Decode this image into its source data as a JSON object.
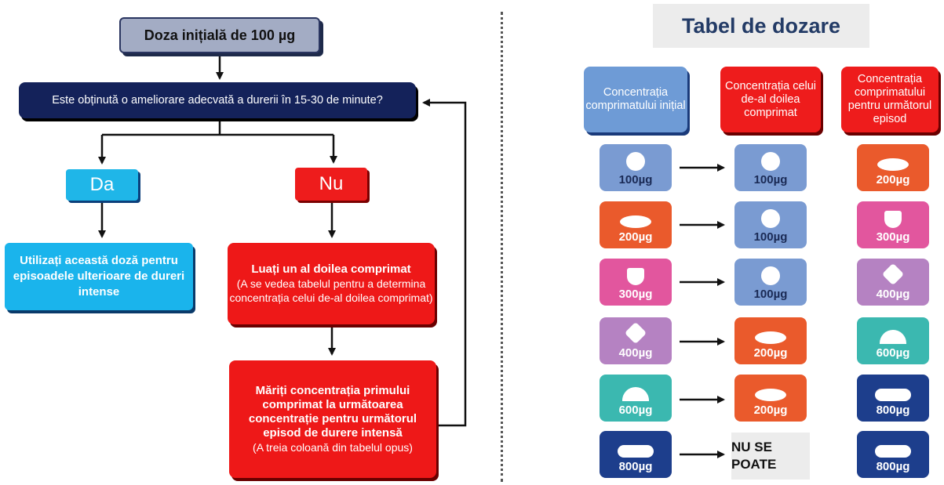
{
  "flowchart": {
    "start": "Doza inițială de 100 µg",
    "question": "Este obținută o ameliorare adecvată a durerii în 15-30 de minute?",
    "yes": "Da",
    "no": "Nu",
    "yes_action": "Utilizați această doză pentru episoadele ulterioare de dureri intense",
    "no_action_title": "Luați un al doilea comprimat",
    "no_action_note": "(A se vedea tabelul pentru a determina concentrația celui de-al doilea comprimat)",
    "increase_title": "Măriți concentrația primului comprimat la următoarea concentrație pentru următorul episod de durere intensă",
    "increase_note": "(A treia coloană din tabelul opus)"
  },
  "dosing_table": {
    "title": "Tabel de dozare",
    "headers": [
      "Concentrația comprimatului inițial",
      "Concentrația celui de-al doilea comprimat",
      "Concentrația comprimatului pentru următorul episod"
    ],
    "rows": [
      {
        "initial": "100µg",
        "second": "100µg",
        "next": "200µg"
      },
      {
        "initial": "200µg",
        "second": "100µg",
        "next": "300µg"
      },
      {
        "initial": "300µg",
        "second": "100µg",
        "next": "400µg"
      },
      {
        "initial": "400µg",
        "second": "200µg",
        "next": "600µg"
      },
      {
        "initial": "600µg",
        "second": "200µg",
        "next": "800µg"
      },
      {
        "initial": "800µg",
        "second": "NU SE POATE",
        "next": "800µg"
      }
    ]
  },
  "colors": {
    "navy": "#14225a",
    "yes_blue": "#1fb6e8",
    "no_red": "#ee1c1c",
    "dose_100": "#7a9bd2",
    "dose_200": "#ea5a2c",
    "dose_300": "#e2569e",
    "dose_400": "#b582c2",
    "dose_600": "#3bb8b0",
    "dose_800": "#1d3e8c"
  }
}
